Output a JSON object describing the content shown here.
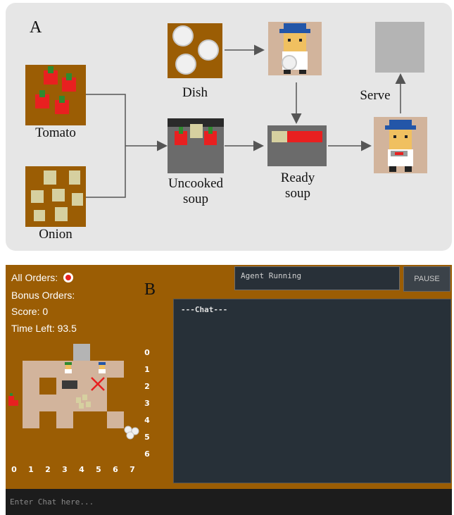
{
  "panel_a": {
    "label": "A",
    "captions": {
      "dish": "Dish",
      "tomato": "Tomato",
      "onion": "Onion",
      "uncooked_soup": "Uncooked\nsoup",
      "ready_soup": "Ready\nsoup",
      "serve": "Serve"
    }
  },
  "panel_b": {
    "label": "B",
    "hud": {
      "all_orders": "All Orders:",
      "bonus_orders": "Bonus Orders:",
      "score": "Score: 0",
      "time_left": "Time Left: 93.5"
    },
    "status_text": "Agent Running",
    "pause_label": "PAUSE",
    "chat_header": "---Chat---",
    "chat_placeholder": "Enter Chat here...",
    "grid_cols": [
      "0",
      "1",
      "2",
      "3",
      "4",
      "5",
      "6",
      "7"
    ],
    "grid_rows": [
      "0",
      "1",
      "2",
      "3",
      "4",
      "5",
      "6"
    ]
  },
  "colors": {
    "panel_a_bg": "#e6e6e6",
    "panel_b_bg": "#9b5d04",
    "floor": "#d2b49c",
    "chat_bg": "#273038"
  }
}
